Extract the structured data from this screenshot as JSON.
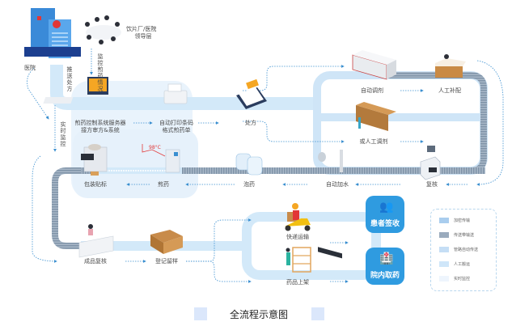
{
  "diagram": {
    "title": "全流程示意图",
    "colors": {
      "pipe": "#d3e9f9",
      "panel": "#e9f3fc",
      "conveyor": "#8fa3b8",
      "accent": "#2f9be0",
      "arrow": "#3a8fd0",
      "text": "#4a4a4a"
    },
    "nodes": {
      "hospital": "医院",
      "leadership": "饮片厂/医院领导层",
      "leadership_line1": "饮片厂/医院",
      "leadership_line2": "领导层",
      "server_line1": "煎药控制系统服务器",
      "server_line2": "接方审方&系统",
      "printer_line1": "自动打印条码",
      "printer_line2": "格式煎药单",
      "prescription": "处方",
      "auto_dispense": "自动调剂",
      "manual_supplement": "人工补配",
      "manual_dispense": "或人工调剂",
      "recheck": "复核",
      "auto_water": "自动加水",
      "soak": "泡药",
      "decoct": "煎药",
      "temperature": "98°C",
      "package_label": "包装贴标",
      "product_check": "成品复核",
      "register_sample": "登记留样",
      "express": "快递运输",
      "shelving": "药品上架",
      "patient_receive": "患者签收",
      "hospital_pickup": "院内取药",
      "screen_label": "处方"
    },
    "vertical_labels": {
      "send_prescription": "推送处方",
      "monitor_decoct": "监控煎药情况",
      "realtime_monitor": "实时监控"
    },
    "legend": [
      {
        "label": "加密传输",
        "color": "#a9cdee"
      },
      {
        "label": "传送带输送",
        "color": "#9aabbd"
      },
      {
        "label": "管路自动传送",
        "color": "#c5def5"
      },
      {
        "label": "人工搬运",
        "color": "#cfe6f9"
      },
      {
        "label": "实时监控",
        "color": "#eef5fd"
      }
    ]
  }
}
